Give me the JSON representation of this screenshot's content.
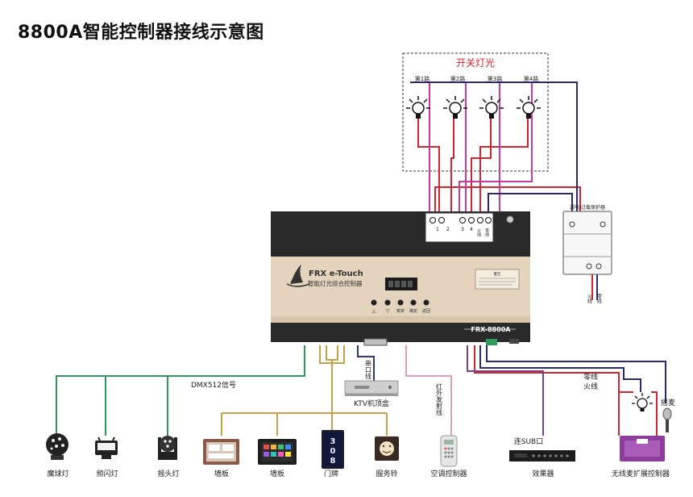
{
  "title": "8800A智能控制器接线示意图",
  "switch_box": {
    "title": "开关灯光",
    "channels": [
      "第1路",
      "第2路",
      "第3路",
      "第4路"
    ]
  },
  "controller": {
    "brand": "FRX e-Touch",
    "subtitle": "智能灯光综合控制器",
    "model": "FRX-8800A",
    "terminal_labels": [
      "1",
      "2",
      "3",
      "4",
      "火线",
      "零线"
    ],
    "terminal_bracket_label": "1",
    "button_labels": [
      "",
      "",
      "菜单",
      "确定",
      "返回"
    ],
    "warning_title": "警告"
  },
  "breaker": {
    "label": "漏电/过载保护器",
    "bottom_labels": [
      "火线",
      "零线"
    ]
  },
  "labels": {
    "dmx": "DMX512信号",
    "serial": "串口线",
    "ktv_box": "KTV机顶盒",
    "infrared": "红外发射线",
    "sub": "连SUB口",
    "zero_line": "零线",
    "fire_line": "火线",
    "mic": "摇麦"
  },
  "devices": [
    "魔球灯",
    "频闪灯",
    "摇头灯",
    "墙板",
    "墙板",
    "门牌",
    "服务铃",
    "空调控制器",
    "效果器",
    "无线麦扩展控制器"
  ],
  "door_plate_number": [
    "3",
    "0",
    "8"
  ],
  "colors": {
    "green": "#2e9b5a",
    "gold": "#c9a04a",
    "navy": "#2b2a7a",
    "purple": "#7a3f8c",
    "pink": "#e07aa8",
    "red": "#d6242d",
    "magenta": "#c83aa0"
  }
}
